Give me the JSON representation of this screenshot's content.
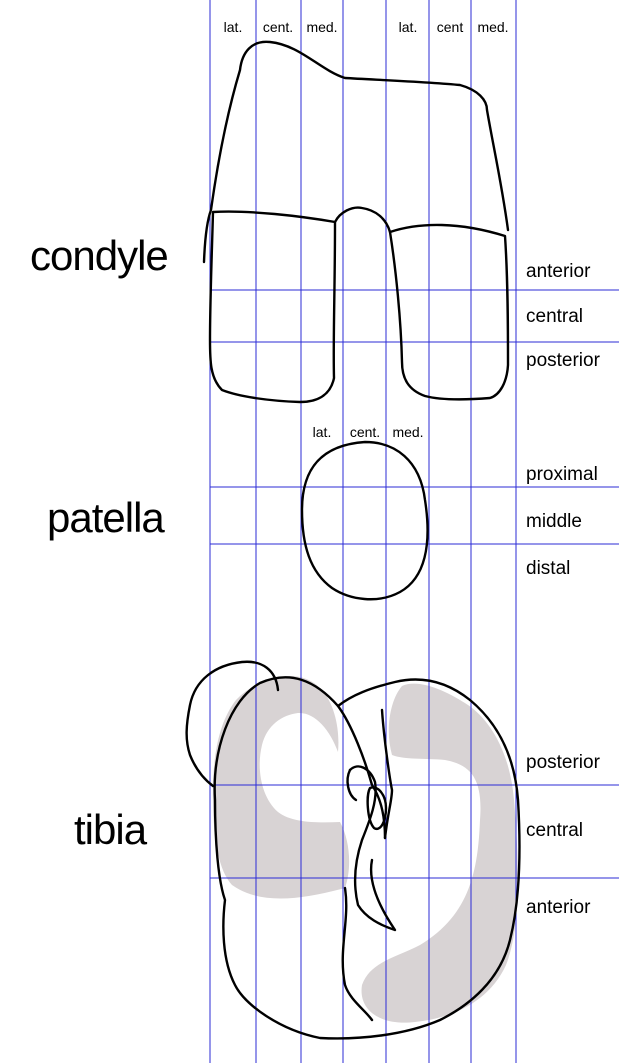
{
  "colors": {
    "grid": "#2b2bd6",
    "cartilage": "#d8d3d4",
    "outline": "#000000",
    "background": "#ffffff"
  },
  "condyle": {
    "title": "condyle",
    "columns_left": [
      "lat.",
      "cent.",
      "med."
    ],
    "columns_right": [
      "lat.",
      "cent",
      "med."
    ],
    "zones": [
      "anterior",
      "central",
      "posterior"
    ]
  },
  "patella": {
    "title": "patella",
    "columns": [
      "lat.",
      "cent.",
      "med."
    ],
    "zones": [
      "proximal",
      "middle",
      "distal"
    ]
  },
  "tibia": {
    "title": "tibia",
    "zones": [
      "posterior",
      "central",
      "anterior"
    ]
  }
}
